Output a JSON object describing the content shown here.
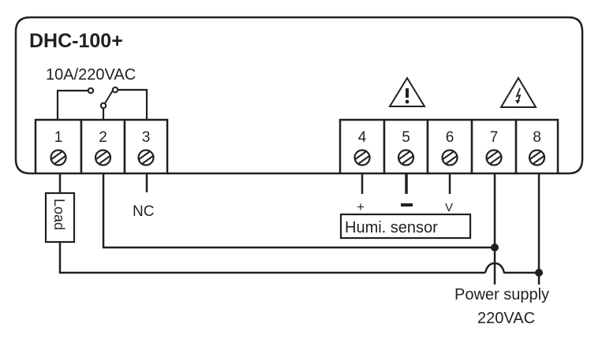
{
  "device": {
    "model": "DHC-100+"
  },
  "relay": {
    "rating": "10A/220VAC"
  },
  "terminals": [
    {
      "number": "1"
    },
    {
      "number": "2"
    },
    {
      "number": "3"
    },
    {
      "number": "4"
    },
    {
      "number": "5"
    },
    {
      "number": "6"
    },
    {
      "number": "7"
    },
    {
      "number": "8"
    }
  ],
  "labels": {
    "nc": "NC",
    "load": "Load",
    "sensor_plus": "+",
    "sensor_minus": "–",
    "sensor_v": "V",
    "sensor": "Humi. sensor",
    "power_line1": "Power supply",
    "power_line2": "220VAC"
  },
  "icons": {
    "sensor_warning": "warning-exclamation-icon",
    "power_warning": "high-voltage-icon"
  },
  "colors": {
    "ink": "#231f20",
    "background": "#ffffff"
  }
}
